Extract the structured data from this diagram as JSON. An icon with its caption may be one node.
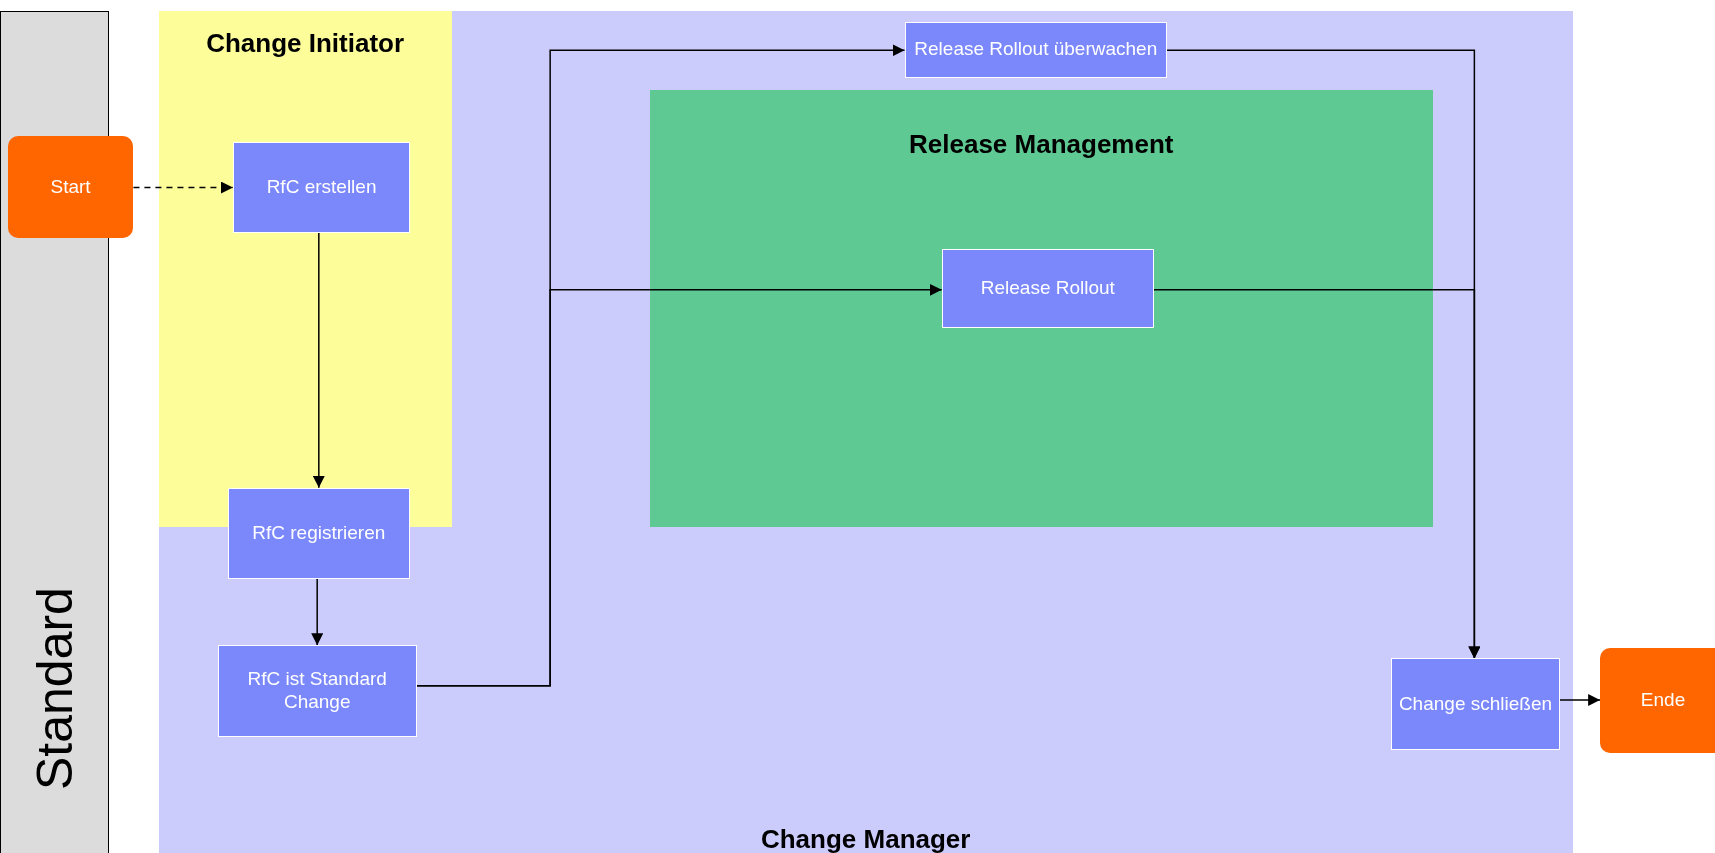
{
  "diagram": {
    "nodes": [
      {
        "text": [
          "Standard"
        ]
      },
      {
        "text": [
          "Change Manager"
        ]
      },
      {
        "text": [
          "Change Initiator"
        ],
        "in": 1
      },
      {
        "text": [
          "Release Management"
        ],
        "in": 1
      },
      {
        "text": [
          "Start"
        ]
      },
      {
        "text": [
          "RfC erstellen"
        ],
        "in": 2
      },
      {
        "text": [
          "RfC registrieren"
        ],
        "in": 1
      },
      {
        "text": [
          "RfC ist Standard Change"
        ],
        "in": 1
      },
      {
        "text": [
          "Release Rollout überwachen"
        ],
        "in": 1
      },
      {
        "text": [
          "Release Rollout"
        ],
        "in": 3
      },
      {
        "text": [
          "Change schließen"
        ],
        "in": 1
      },
      {
        "text": [
          "Ende"
        ]
      }
    ],
    "edges": [
      {
        "from": 4,
        "to": 5,
        "arrow": "to",
        "style": "dashed"
      },
      {
        "from": 5,
        "to": 6,
        "arrow": "to"
      },
      {
        "from": 6,
        "to": 7,
        "arrow": "to"
      },
      {
        "from": 7,
        "to": 8,
        "arrow": "to"
      },
      {
        "from": 7,
        "to": 9,
        "arrow": "to"
      },
      {
        "from": 8,
        "to": 10,
        "arrow": "to"
      },
      {
        "from": 9,
        "to": 10,
        "arrow": "to"
      },
      {
        "from": 10,
        "to": 11,
        "arrow": "to"
      }
    ]
  }
}
